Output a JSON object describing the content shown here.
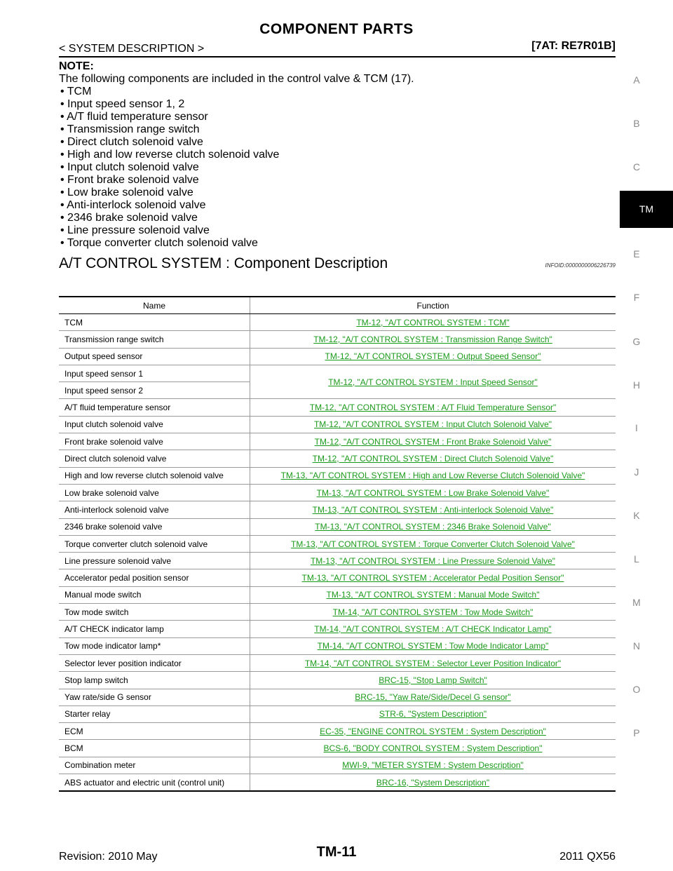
{
  "header": {
    "title": "COMPONENT PARTS",
    "section": "< SYSTEM DESCRIPTION >",
    "model": "[7AT: RE7R01B]"
  },
  "note": {
    "heading": "NOTE:",
    "intro": "The following components are included in the control valve & TCM (17).",
    "items": [
      "TCM",
      "Input speed sensor 1, 2",
      "A/T fluid temperature sensor",
      "Transmission range switch",
      "Direct clutch solenoid valve",
      "High and low reverse clutch solenoid valve",
      "Input clutch solenoid valve",
      "Front brake solenoid valve",
      "Low brake solenoid valve",
      "Anti-interlock solenoid valve",
      "2346 brake solenoid valve",
      "Line pressure solenoid valve",
      "Torque converter clutch solenoid valve"
    ]
  },
  "description": {
    "title": "A/T CONTROL SYSTEM : Component Description",
    "info_id": "INFOID:0000000006226739"
  },
  "table": {
    "headers": [
      "Name",
      "Function"
    ],
    "rows": [
      {
        "name": "TCM",
        "function": "TM-12, \"A/T CONTROL SYSTEM : TCM\""
      },
      {
        "name": "Transmission range switch",
        "function": "TM-12, \"A/T CONTROL SYSTEM : Transmission Range Switch\""
      },
      {
        "name": "Output speed sensor",
        "function": "TM-12, \"A/T CONTROL SYSTEM : Output Speed Sensor\""
      },
      {
        "name": "Input speed sensor 1",
        "function": "TM-12, \"A/T CONTROL SYSTEM : Input Speed Sensor\""
      },
      {
        "name": "Input speed sensor 2"
      },
      {
        "name": "A/T fluid temperature sensor",
        "function": "TM-12, \"A/T CONTROL SYSTEM : A/T Fluid Temperature Sensor\""
      },
      {
        "name": "Input clutch solenoid valve",
        "function": "TM-12, \"A/T CONTROL SYSTEM : Input Clutch Solenoid Valve\""
      },
      {
        "name": "Front brake solenoid valve",
        "function": "TM-12, \"A/T CONTROL SYSTEM : Front Brake Solenoid Valve\""
      },
      {
        "name": "Direct clutch solenoid valve",
        "function": "TM-12, \"A/T CONTROL SYSTEM : Direct Clutch Solenoid Valve\""
      },
      {
        "name": "High and low reverse clutch solenoid valve",
        "function": "TM-13, \"A/T CONTROL SYSTEM : High and Low Reverse Clutch Solenoid Valve\""
      },
      {
        "name": "Low brake solenoid valve",
        "function": "TM-13, \"A/T CONTROL SYSTEM : Low Brake Solenoid Valve\""
      },
      {
        "name": "Anti-interlock solenoid valve",
        "function": "TM-13, \"A/T CONTROL SYSTEM : Anti-interlock Solenoid Valve\""
      },
      {
        "name": "2346 brake solenoid valve",
        "function": "TM-13, \"A/T CONTROL SYSTEM : 2346 Brake Solenoid Valve\""
      },
      {
        "name": "Torque converter clutch solenoid valve",
        "function": "TM-13, \"A/T CONTROL SYSTEM : Torque Converter Clutch Solenoid Valve\""
      },
      {
        "name": "Line pressure solenoid valve",
        "function": "TM-13, \"A/T CONTROL SYSTEM : Line Pressure Solenoid Valve\""
      },
      {
        "name": "Accelerator pedal position sensor",
        "function": "TM-13, \"A/T CONTROL SYSTEM : Accelerator Pedal Position Sensor\""
      },
      {
        "name": "Manual mode switch",
        "function": "TM-13, \"A/T CONTROL SYSTEM : Manual Mode Switch\""
      },
      {
        "name": "Tow mode switch",
        "function": "TM-14, \"A/T CONTROL SYSTEM : Tow Mode Switch\""
      },
      {
        "name": "A/T CHECK indicator lamp",
        "function": "TM-14, \"A/T CONTROL SYSTEM : A/T CHECK Indicator Lamp\""
      },
      {
        "name": "Tow mode indicator lamp*",
        "function": "TM-14, \"A/T CONTROL SYSTEM : Tow Mode Indicator Lamp\""
      },
      {
        "name": "Selector lever position indicator",
        "function": "TM-14, \"A/T CONTROL SYSTEM : Selector Lever Position Indicator\""
      },
      {
        "name": "Stop lamp switch",
        "function": "BRC-15, \"Stop Lamp Switch\""
      },
      {
        "name": "Yaw rate/side G sensor",
        "function": "BRC-15, \"Yaw Rate/Side/Decel G sensor\""
      },
      {
        "name": "Starter relay",
        "function": "STR-6, \"System Description\""
      },
      {
        "name": "ECM",
        "function": "EC-35, \"ENGINE CONTROL SYSTEM : System Description\""
      },
      {
        "name": "BCM",
        "function": "BCS-6, \"BODY CONTROL SYSTEM : System Description\""
      },
      {
        "name": "Combination meter",
        "function": "MWI-9, \"METER SYSTEM : System Description\""
      },
      {
        "name": "ABS actuator and electric unit (control unit)",
        "function": "BRC-16, \"System Description\""
      }
    ]
  },
  "side_index": {
    "letters": [
      "A",
      "B",
      "C",
      "TM",
      "E",
      "F",
      "G",
      "H",
      "I",
      "J",
      "K",
      "L",
      "M",
      "N",
      "O",
      "P"
    ],
    "active": "TM"
  },
  "footer": {
    "revision": "Revision: 2010 May",
    "page": "TM-11",
    "model": "2011 QX56"
  }
}
